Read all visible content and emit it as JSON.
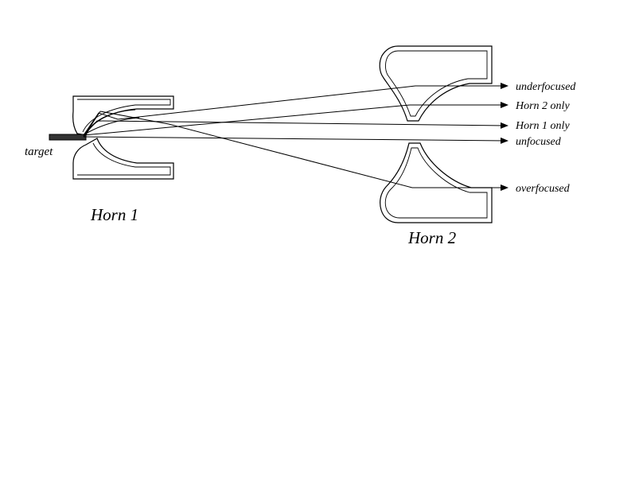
{
  "labels": {
    "target": "target",
    "horn1": "Horn 1",
    "horn2": "Horn 2"
  },
  "rays": [
    {
      "id": "underfocused",
      "label": "underfocused"
    },
    {
      "id": "horn2-only",
      "label": "Horn 2 only"
    },
    {
      "id": "horn1-only",
      "label": "Horn 1 only"
    },
    {
      "id": "unfocused",
      "label": "unfocused"
    },
    {
      "id": "overfocused",
      "label": "overfocused"
    }
  ],
  "colors": {
    "line": "#000000",
    "target": "#333333",
    "background": "#ffffff"
  }
}
